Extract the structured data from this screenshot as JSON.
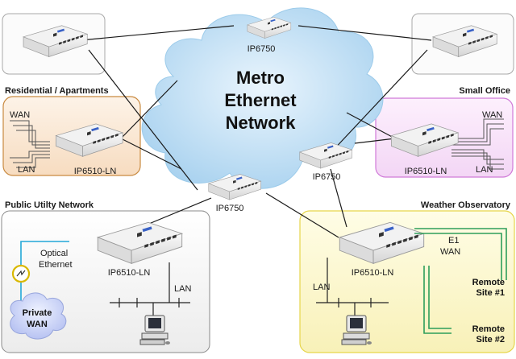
{
  "cloud": {
    "line1": "Metro",
    "line2": "Ethernet",
    "line3": "Network"
  },
  "sections": {
    "residential": "Residential / Apartments",
    "small_office": "Small Office",
    "public_utility": "Public Utilty Network",
    "weather": "Weather Observatory"
  },
  "devices": {
    "top_center": "IP6750",
    "right_center": "IP6750",
    "center": "IP6750",
    "residential": "IP6510-LN",
    "small_office": "IP6510-LN",
    "public_utility": "IP6510-LN",
    "weather": "IP6510-LN"
  },
  "labels": {
    "res_wan": "WAN",
    "res_lan": "LAN",
    "office_wan": "WAN",
    "office_lan": "LAN",
    "optical_line1": "Optical",
    "optical_line2": "Ethernet",
    "public_lan": "LAN",
    "private_wan_line1": "Private",
    "private_wan_line2": "WAN",
    "weather_lan": "LAN",
    "e1_line1": "E1",
    "e1_line2": "WAN",
    "remote1_line1": "Remote",
    "remote1_line2": "Site #1",
    "remote2_line1": "Remote",
    "remote2_line2": "Site #2"
  },
  "colors": {
    "cloud": "#cfe6f7",
    "residential_border": "#c98a40",
    "office_border": "#d07ad8",
    "weather_border": "#e6d54a",
    "optical": "#22a8d8",
    "e1": "#2e9e5a"
  }
}
